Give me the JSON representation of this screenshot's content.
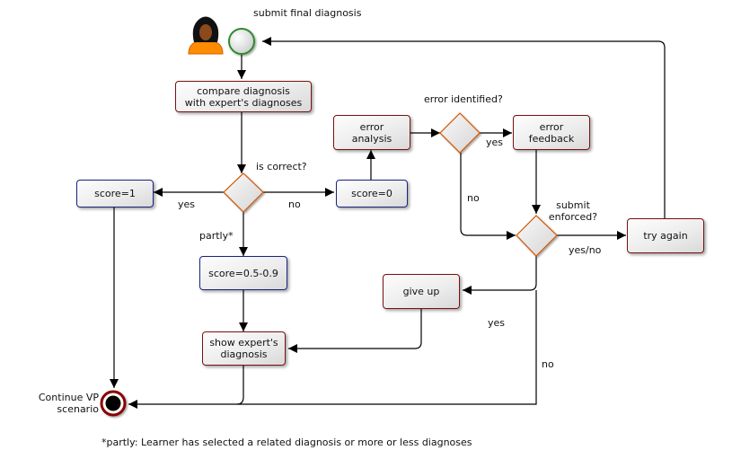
{
  "diagram": {
    "title": "submit final diagnosis",
    "start_node": {
      "label": "submit final diagnosis",
      "icon": "person-icon"
    },
    "end_node": {
      "label": "Continue VP\nscenario"
    },
    "nodes": {
      "compare": "compare diagnosis\nwith expert's diagnoses",
      "score1": "score=1",
      "score0": "score=0",
      "score_partial": "score=0.5-0.9",
      "error_analysis": "error\nanalysis",
      "error_feedback": "error\nfeedback",
      "try_again": "try again",
      "give_up": "give up",
      "show_expert": "show expert's\ndiagnosis"
    },
    "decisions": {
      "is_correct": "is correct?",
      "error_identified": "error identified?",
      "submit_enforced": "submit\nenforced?"
    },
    "edge_labels": {
      "correct_yes": "yes",
      "correct_no": "no",
      "correct_partly": "partly*",
      "identified_yes": "yes",
      "identified_no": "no",
      "enforced_yesno": "yes/no",
      "enforced_yes": "yes",
      "enforced_no": "no"
    },
    "footnote": "*partly: Learner has selected a related diagnosis or more or less diagnoses",
    "colors": {
      "process_border": "#7a1010",
      "score_border": "#1a237e",
      "decision_border": "#d35400",
      "start_border": "#2e8b2e",
      "end_ring": "#8b0000",
      "edge": "#000000"
    }
  }
}
